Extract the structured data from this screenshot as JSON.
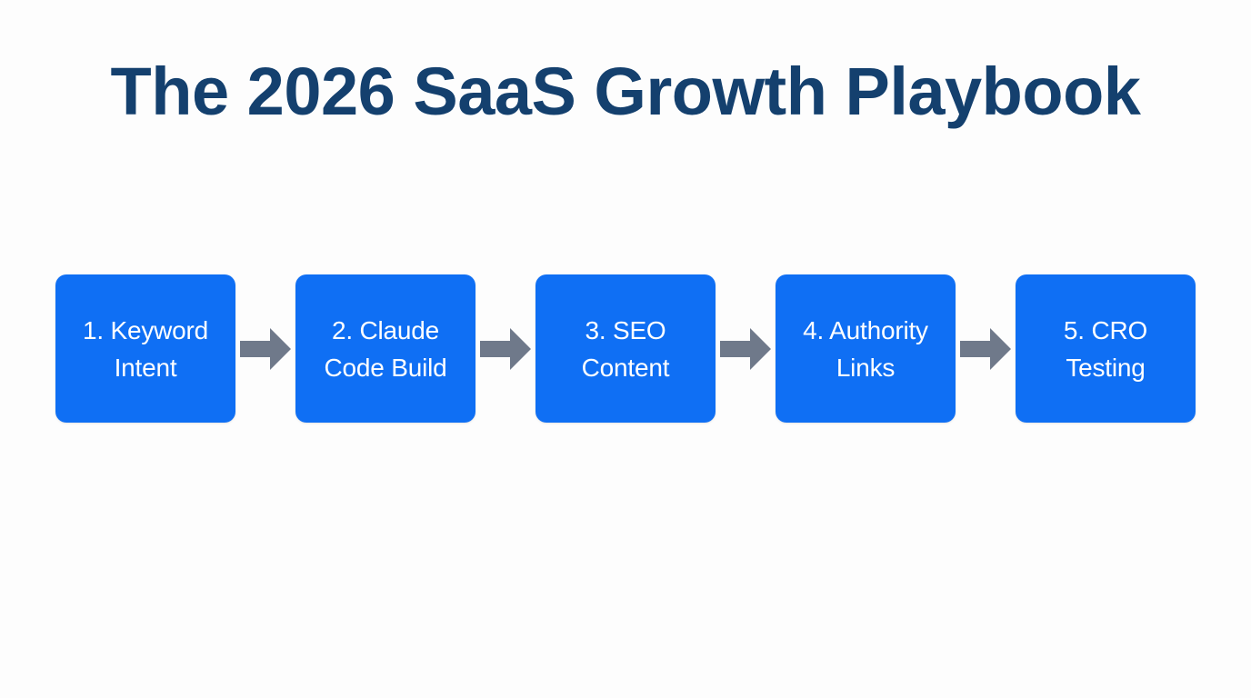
{
  "slide": {
    "background_color": "#fdfdfd",
    "title": "The 2026 SaaS Growth Playbook",
    "title_color": "#14406e"
  },
  "flow": {
    "box_color": "#0f6ff4",
    "box_text_color": "#ffffff",
    "arrow_color": "#6f798a",
    "arrow_icon": "arrow-right-icon",
    "steps": [
      {
        "index": "1",
        "label": "1. Keyword\nIntent"
      },
      {
        "index": "2",
        "label": "2. Claude\nCode Build"
      },
      {
        "index": "3",
        "label": "3. SEO\nContent"
      },
      {
        "index": "4",
        "label": "4. Authority\nLinks"
      },
      {
        "index": "5",
        "label": "5. CRO\nTesting"
      }
    ],
    "arrows": [
      {
        "label": "arrow-1-to-2"
      },
      {
        "label": "arrow-2-to-3"
      },
      {
        "label": "arrow-3-to-4"
      },
      {
        "label": "arrow-4-to-5"
      }
    ]
  }
}
